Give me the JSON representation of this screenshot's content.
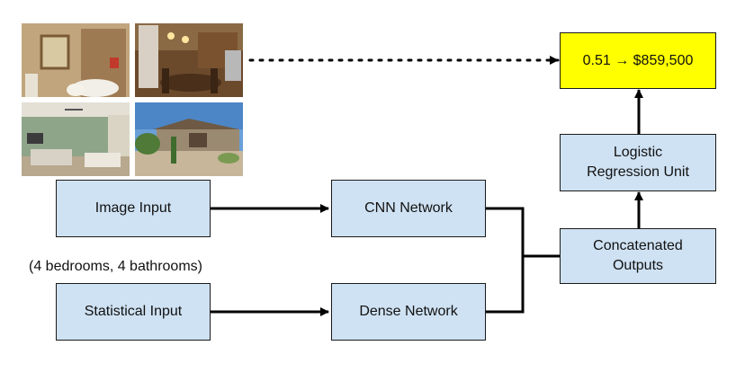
{
  "images": [
    {
      "icon": "bathroom-photo"
    },
    {
      "icon": "kitchen-photo"
    },
    {
      "icon": "bedroom-photo"
    },
    {
      "icon": "house-exterior-photo"
    }
  ],
  "nodes": {
    "image_input": "Image Input",
    "statistical_input": "Statistical Input",
    "cnn_network": "CNN Network",
    "dense_network": "Dense Network",
    "concatenated": [
      "Concatenated",
      "Outputs"
    ],
    "logistic": [
      "Logistic",
      "Regression Unit"
    ],
    "result": "0.51 → $859,500"
  },
  "note": "(4 bedrooms, 4 bathrooms)",
  "colors": {
    "box_fill": "#cfe2f3",
    "result_fill": "#ffff00",
    "line": "#000000"
  }
}
